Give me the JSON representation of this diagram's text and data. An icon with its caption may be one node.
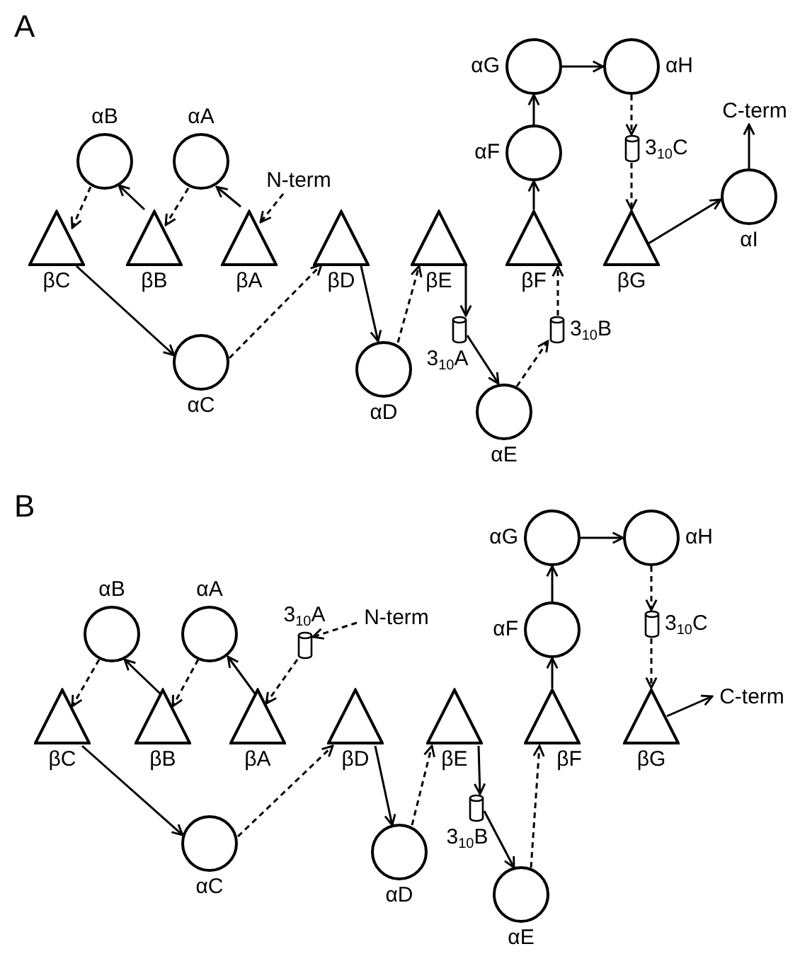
{
  "diagram": {
    "nodes": [
      {
        "text": [
          "N-term"
        ]
      },
      {
        "text": [
          "βA"
        ]
      },
      {
        "text": [
          "αA"
        ]
      },
      {
        "text": [
          "βB"
        ]
      },
      {
        "text": [
          "αB"
        ]
      },
      {
        "text": [
          "βC"
        ]
      },
      {
        "text": [
          "αC"
        ]
      },
      {
        "text": [
          "βD"
        ]
      },
      {
        "text": [
          "αD"
        ]
      },
      {
        "text": [
          "βE"
        ]
      },
      {
        "text": [
          "3$_{10}$A"
        ]
      },
      {
        "text": [
          "αE"
        ]
      },
      {
        "text": [
          "3$_{10}$B"
        ]
      },
      {
        "text": [
          "βF"
        ]
      },
      {
        "text": [
          "αF"
        ]
      },
      {
        "text": [
          "αG"
        ]
      },
      {
        "text": [
          "αH"
        ]
      },
      {
        "text": [
          "3$_{10}$C"
        ]
      },
      {
        "text": [
          "βG"
        ]
      },
      {
        "text": [
          "αI"
        ]
      },
      {
        "text": [
          "C-term"
        ]
      },
      {
        "text": [
          "N-term"
        ]
      },
      {
        "text": [
          "3$_{10}$A"
        ]
      },
      {
        "text": [
          "βA"
        ]
      },
      {
        "text": [
          "αA"
        ]
      },
      {
        "text": [
          "βB"
        ]
      },
      {
        "text": [
          "αB"
        ]
      },
      {
        "text": [
          "βC"
        ]
      },
      {
        "text": [
          "αC"
        ]
      },
      {
        "text": [
          "βD"
        ]
      },
      {
        "text": [
          "αD"
        ]
      },
      {
        "text": [
          "βE"
        ]
      },
      {
        "text": [
          "3$_{10}$B"
        ]
      },
      {
        "text": [
          "αE"
        ]
      },
      {
        "text": [
          "βF"
        ]
      },
      {
        "text": [
          "αF"
        ]
      },
      {
        "text": [
          "αG"
        ]
      },
      {
        "text": [
          "αH"
        ]
      },
      {
        "text": [
          "3$_{10}$C"
        ]
      },
      {
        "text": [
          "βG"
        ]
      },
      {
        "text": [
          "C-term"
        ]
      }
    ],
    "edges": [
      {
        "from": 0,
        "to": 1,
        "arrow": "to",
        "style": "dashed"
      },
      {
        "from": 1,
        "to": 2,
        "arrow": "to"
      },
      {
        "from": 2,
        "to": 3,
        "arrow": "to",
        "style": "dashed"
      },
      {
        "from": 3,
        "to": 4,
        "arrow": "to"
      },
      {
        "from": 4,
        "to": 5,
        "arrow": "to",
        "style": "dashed"
      },
      {
        "from": 5,
        "to": 6,
        "arrow": "to"
      },
      {
        "from": 6,
        "to": 7,
        "arrow": "to",
        "style": "dashed"
      },
      {
        "from": 7,
        "to": 8,
        "arrow": "to"
      },
      {
        "from": 8,
        "to": 9,
        "arrow": "to",
        "style": "dashed"
      },
      {
        "from": 9,
        "to": 10,
        "arrow": "to"
      },
      {
        "from": 10,
        "to": 11,
        "arrow": "to"
      },
      {
        "from": 11,
        "to": 12,
        "arrow": "to",
        "style": "dashed"
      },
      {
        "from": 12,
        "to": 13,
        "arrow": "to",
        "style": "dashed"
      },
      {
        "from": 13,
        "to": 14,
        "arrow": "to"
      },
      {
        "from": 14,
        "to": 15,
        "arrow": "to"
      },
      {
        "from": 15,
        "to": 16,
        "arrow": "to"
      },
      {
        "from": 16,
        "to": 17,
        "arrow": "to",
        "style": "dashed"
      },
      {
        "from": 17,
        "to": 18,
        "arrow": "to",
        "style": "dashed"
      },
      {
        "from": 18,
        "to": 19,
        "arrow": "to"
      },
      {
        "from": 19,
        "to": 20,
        "arrow": "to"
      },
      {
        "from": 21,
        "to": 22,
        "arrow": "to",
        "style": "dashed"
      },
      {
        "from": 22,
        "to": 23,
        "arrow": "to",
        "style": "dashed"
      },
      {
        "from": 23,
        "to": 24,
        "arrow": "to"
      },
      {
        "from": 24,
        "to": 25,
        "arrow": "to",
        "style": "dashed"
      },
      {
        "from": 25,
        "to": 26,
        "arrow": "to"
      },
      {
        "from": 26,
        "to": 27,
        "arrow": "to",
        "style": "dashed"
      },
      {
        "from": 27,
        "to": 28,
        "arrow": "to"
      },
      {
        "from": 28,
        "to": 29,
        "arrow": "to",
        "style": "dashed"
      },
      {
        "from": 29,
        "to": 30,
        "arrow": "to"
      },
      {
        "from": 30,
        "to": 31,
        "arrow": "to",
        "style": "dashed"
      },
      {
        "from": 31,
        "to": 32,
        "arrow": "to"
      },
      {
        "from": 32,
        "to": 33,
        "arrow": "to"
      },
      {
        "from": 33,
        "to": 34,
        "arrow": "to",
        "style": "dashed"
      },
      {
        "from": 34,
        "to": 35,
        "arrow": "to"
      },
      {
        "from": 35,
        "to": 36,
        "arrow": "to"
      },
      {
        "from": 36,
        "to": 37,
        "arrow": "to"
      },
      {
        "from": 37,
        "to": 38,
        "arrow": "to",
        "style": "dashed"
      },
      {
        "from": 38,
        "to": 39,
        "arrow": "to",
        "style": "dashed"
      },
      {
        "from": 39,
        "to": 40,
        "arrow": "to"
      }
    ],
    "labels": [
      "A",
      "B"
    ]
  }
}
